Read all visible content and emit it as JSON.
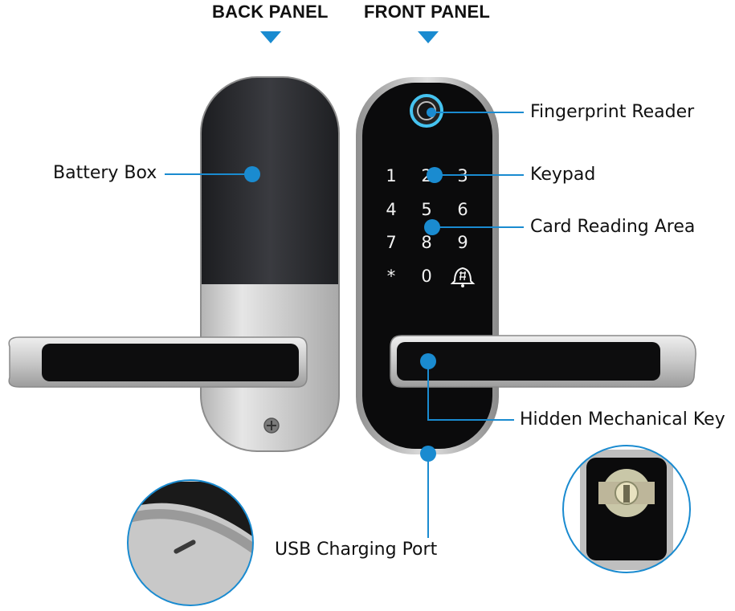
{
  "header": {
    "back_panel": "BACK PANEL",
    "front_panel": "FRONT PANEL"
  },
  "callouts": {
    "battery_box": "Battery Box",
    "fingerprint_reader": "Fingerprint Reader",
    "keypad": "Keypad",
    "card_reading_area": "Card Reading Area",
    "hidden_mechanical_key": "Hidden Mechanical Key",
    "usb_charging_port": "USB Charging Port"
  },
  "keypad_keys": [
    "1",
    "2",
    "3",
    "4",
    "5",
    "6",
    "7",
    "8",
    "9",
    "*",
    "0"
  ],
  "colors": {
    "accent": "#1a8bd0",
    "panel_black": "#0b0b0c",
    "satin_nickel": "#cfcfcf",
    "backplate_dark": "#2c2d31"
  },
  "icons": {
    "bell_key": "bell-icon",
    "fingerprint": "fingerprint-icon"
  }
}
